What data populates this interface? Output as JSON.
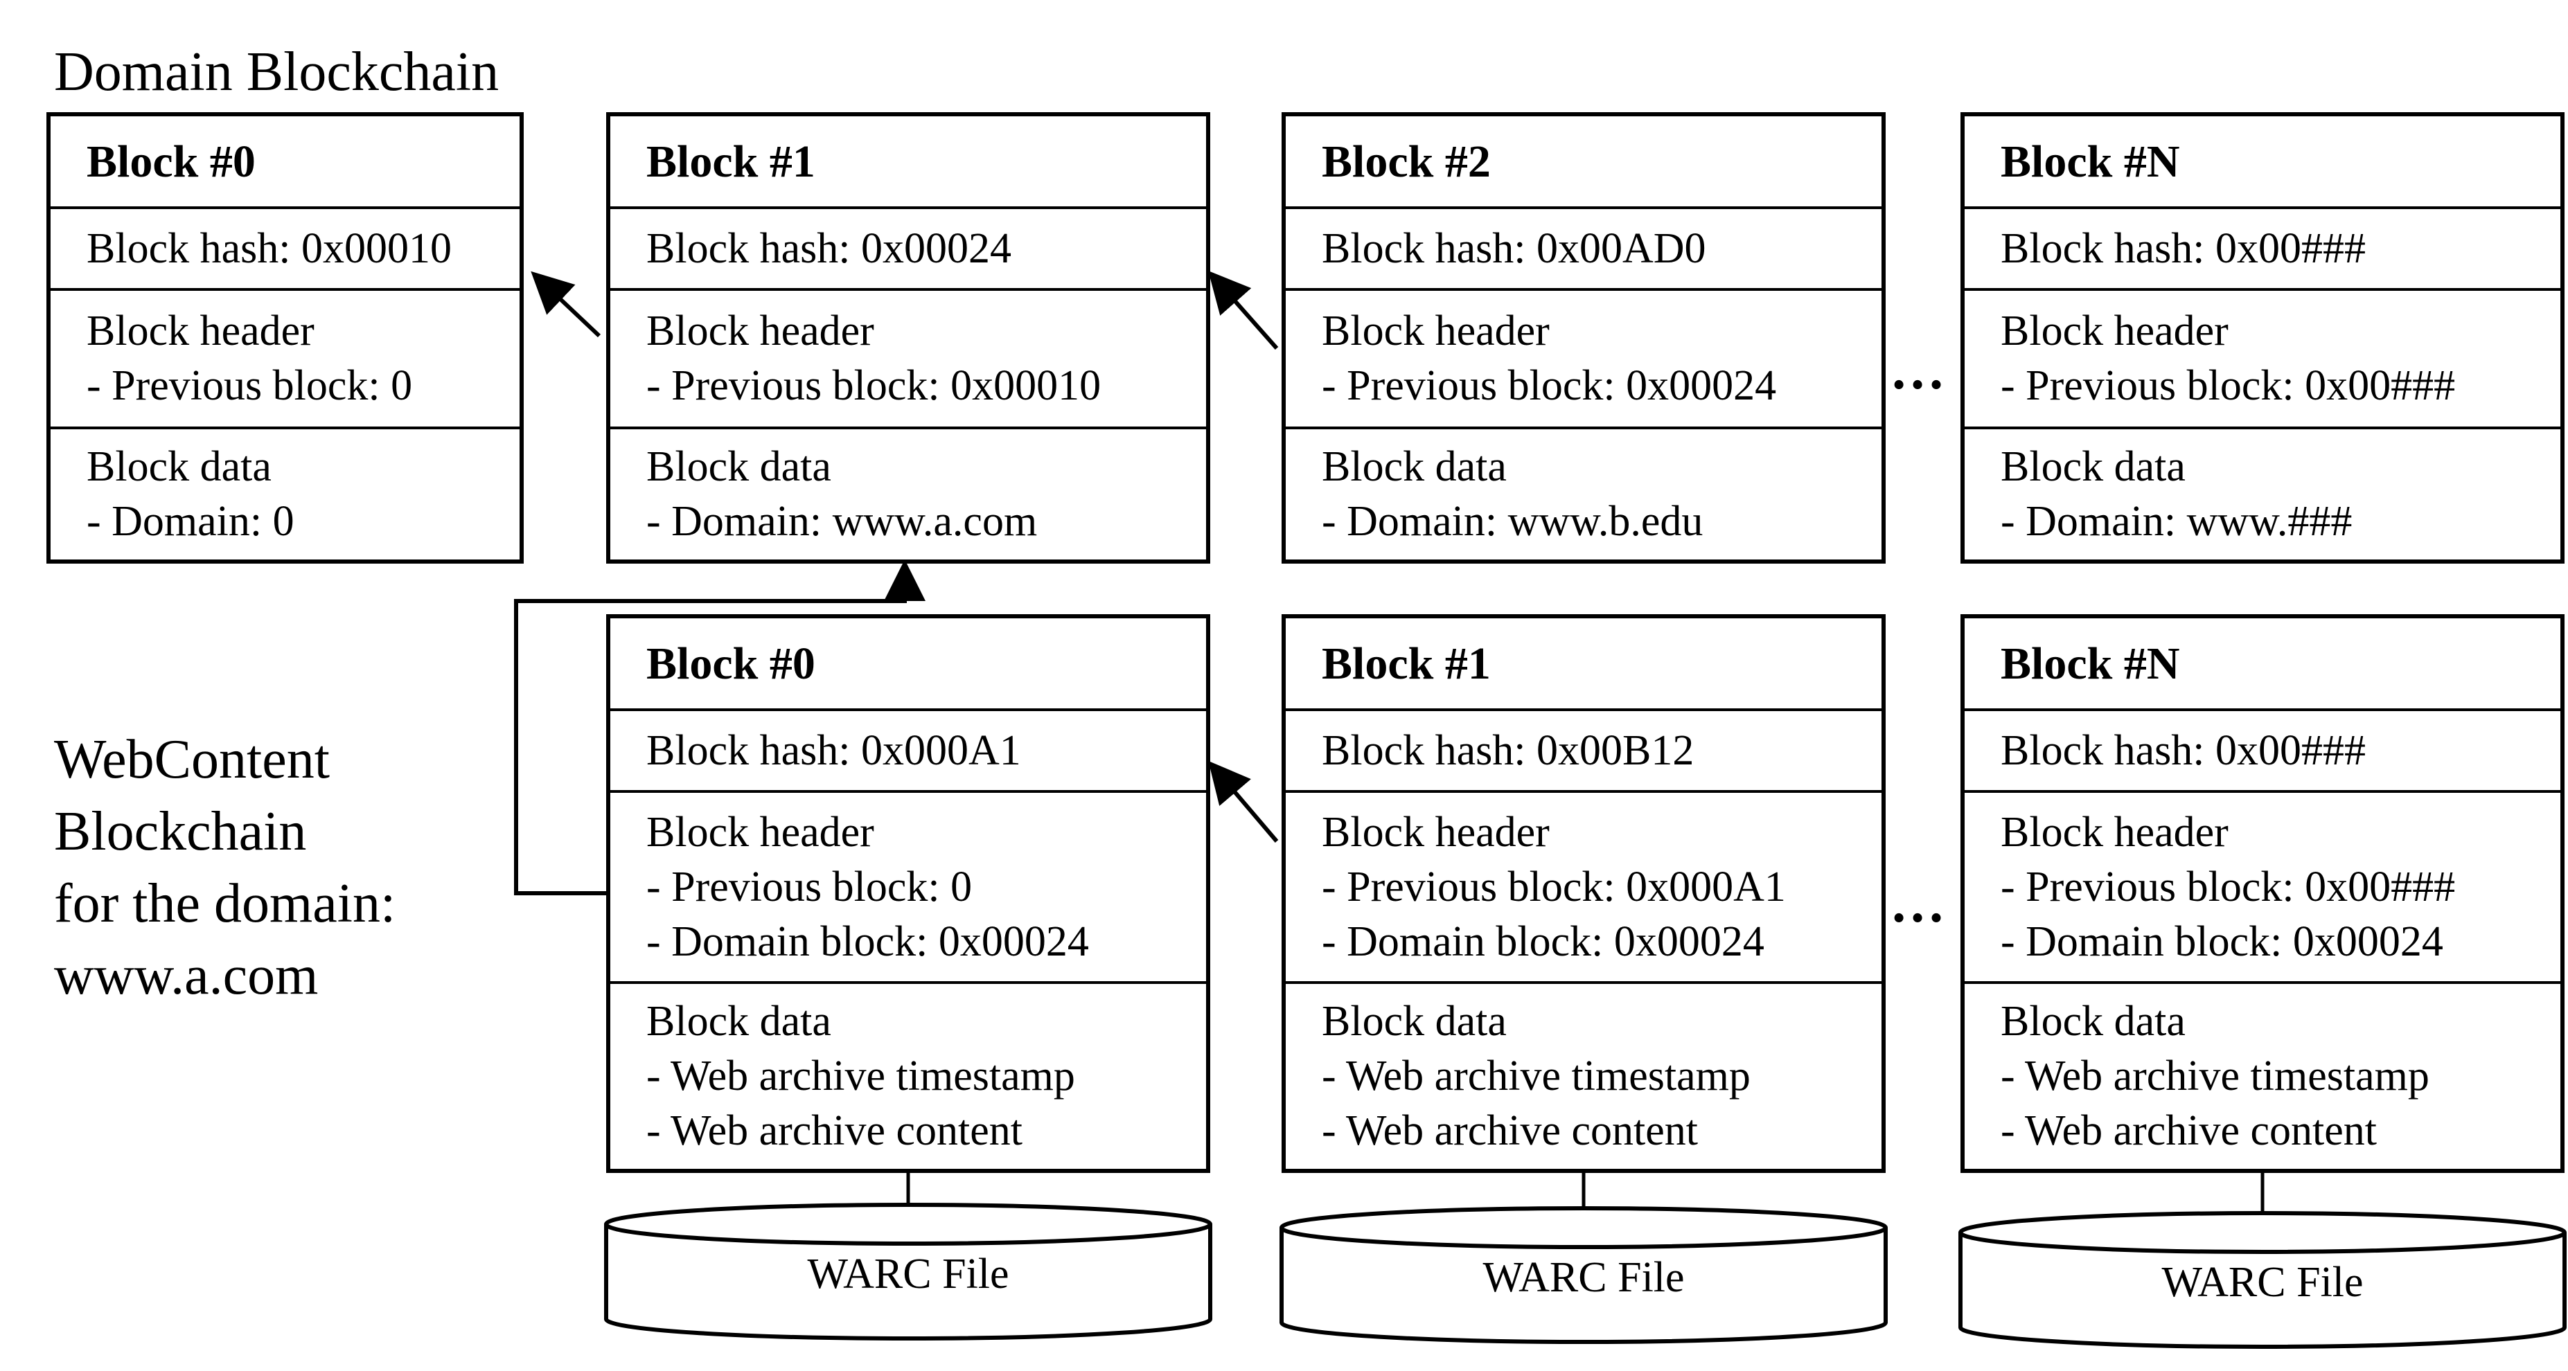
{
  "domain_chain": {
    "title": "Domain Blockchain",
    "blocks": [
      {
        "title": "Block #0",
        "hash": "Block hash: 0x00010",
        "header": [
          "Block header",
          "- Previous block: 0"
        ],
        "data": [
          "Block data",
          "- Domain: 0"
        ]
      },
      {
        "title": "Block #1",
        "hash": "Block hash: 0x00024",
        "header": [
          "Block header",
          "- Previous block: 0x00010"
        ],
        "data": [
          "Block data",
          "- Domain: www.a.com"
        ]
      },
      {
        "title": "Block #2",
        "hash": "Block hash: 0x00AD0",
        "header": [
          "Block header",
          "- Previous block: 0x00024"
        ],
        "data": [
          "Block data",
          "- Domain: www.b.edu"
        ]
      },
      {
        "title": "Block #N",
        "hash": "Block hash: 0x00###",
        "header": [
          "Block header",
          "- Previous block: 0x00###"
        ],
        "data": [
          "Block data",
          "- Domain: www.###"
        ]
      }
    ]
  },
  "webcontent_chain": {
    "title_lines": [
      "WebContent",
      "Blockchain",
      "for the domain:",
      "www.a.com"
    ],
    "blocks": [
      {
        "title": "Block #0",
        "hash": "Block hash: 0x000A1",
        "header": [
          "Block header",
          "- Previous block: 0",
          "- Domain block: 0x00024"
        ],
        "data": [
          "Block data",
          "- Web archive timestamp",
          "- Web archive content"
        ]
      },
      {
        "title": "Block #1",
        "hash": "Block hash: 0x00B12",
        "header": [
          "Block header",
          "- Previous block: 0x000A1",
          "- Domain block: 0x00024"
        ],
        "data": [
          "Block data",
          "- Web archive timestamp",
          "- Web archive content"
        ]
      },
      {
        "title": "Block #N",
        "hash": "Block hash: 0x00###",
        "header": [
          "Block header",
          "- Previous block: 0x00###",
          "- Domain block: 0x00024"
        ],
        "data": [
          "Block data",
          "- Web archive timestamp",
          "- Web archive content"
        ]
      }
    ]
  },
  "storage": {
    "labels": [
      "WARC File",
      "WARC File",
      "WARC File"
    ]
  },
  "ellipsis": "…"
}
